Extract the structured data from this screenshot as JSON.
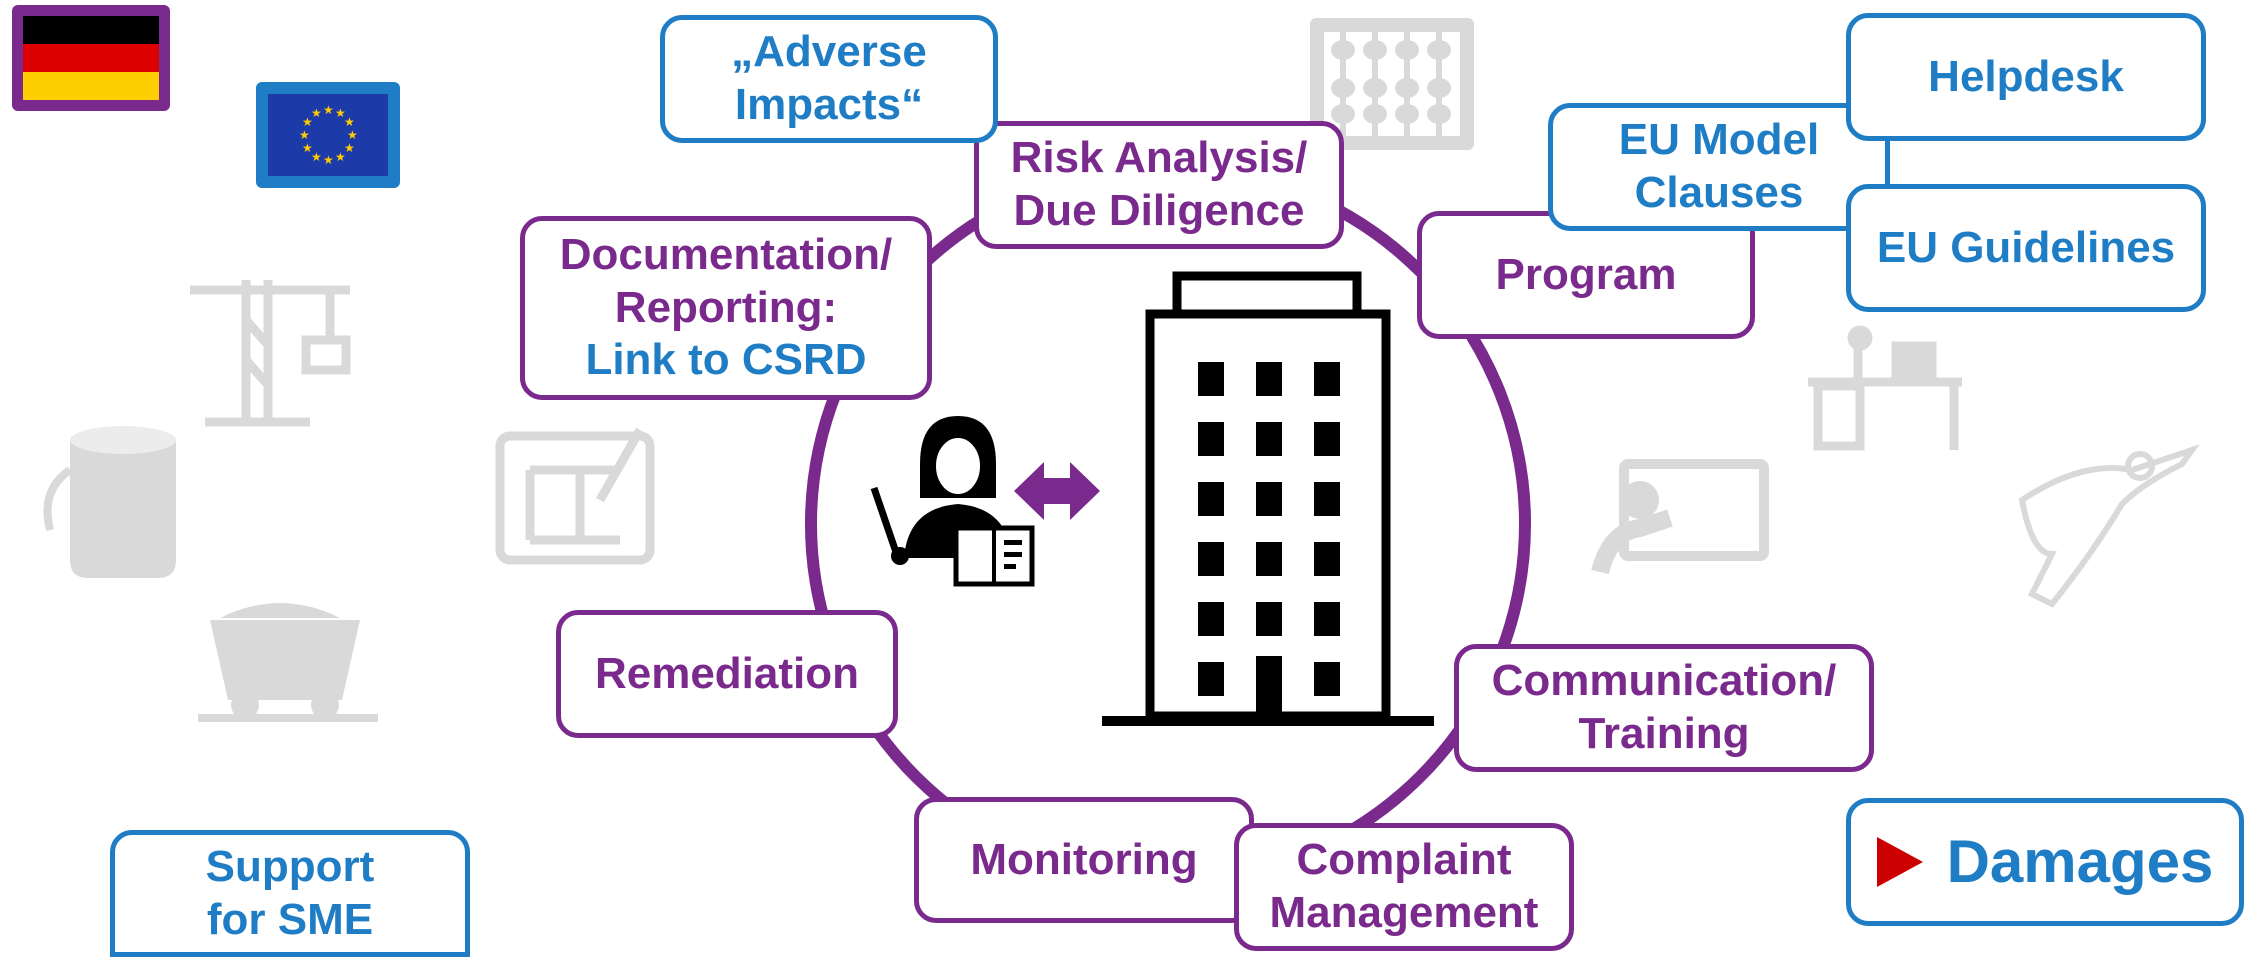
{
  "center": {
    "cycle_color": "#7a2a8c",
    "building_icon": "office-building-icon",
    "teacher_icon": "teacher-icon",
    "arrow_icon": "double-arrow-icon"
  },
  "flags": {
    "germany": "germany-flag-icon",
    "eu": "eu-flag-icon"
  },
  "cycle_steps": {
    "risk": {
      "line1": "Risk Analysis/",
      "line2": "Due Diligence"
    },
    "program": {
      "line1": "Program"
    },
    "communication": {
      "line1": "Communication/",
      "line2": "Training"
    },
    "complaint": {
      "line1": "Complaint",
      "line2": "Management"
    },
    "monitoring": {
      "line1": "Monitoring"
    },
    "remediation": {
      "line1": "Remediation"
    },
    "documentation": {
      "line1": "Documentation/",
      "line2": "Reporting:",
      "line3": "Link to CSRD"
    }
  },
  "side_boxes": {
    "adverse": {
      "line1": "„Adverse",
      "line2": "Impacts“"
    },
    "eu_model": {
      "line1": "EU Model",
      "line2": "Clauses"
    },
    "helpdesk": {
      "line1": "Helpdesk"
    },
    "eu_guidelines": {
      "line1": "EU Guidelines"
    },
    "support_sme": {
      "line1": "Support",
      "line2": "for SME"
    },
    "damages": {
      "line1": "Damages"
    }
  },
  "background_icons": [
    "abacus-icon",
    "crane-icon",
    "paint-bucket-icon",
    "mine-cart-icon",
    "blueprint-icon",
    "desk-icon",
    "presentation-icon",
    "superhero-icon"
  ],
  "colors": {
    "purple": "#7a2a8c",
    "blue": "#1e7dc4",
    "gray_icon": "#d9d9d9",
    "red": "#cc0000"
  }
}
